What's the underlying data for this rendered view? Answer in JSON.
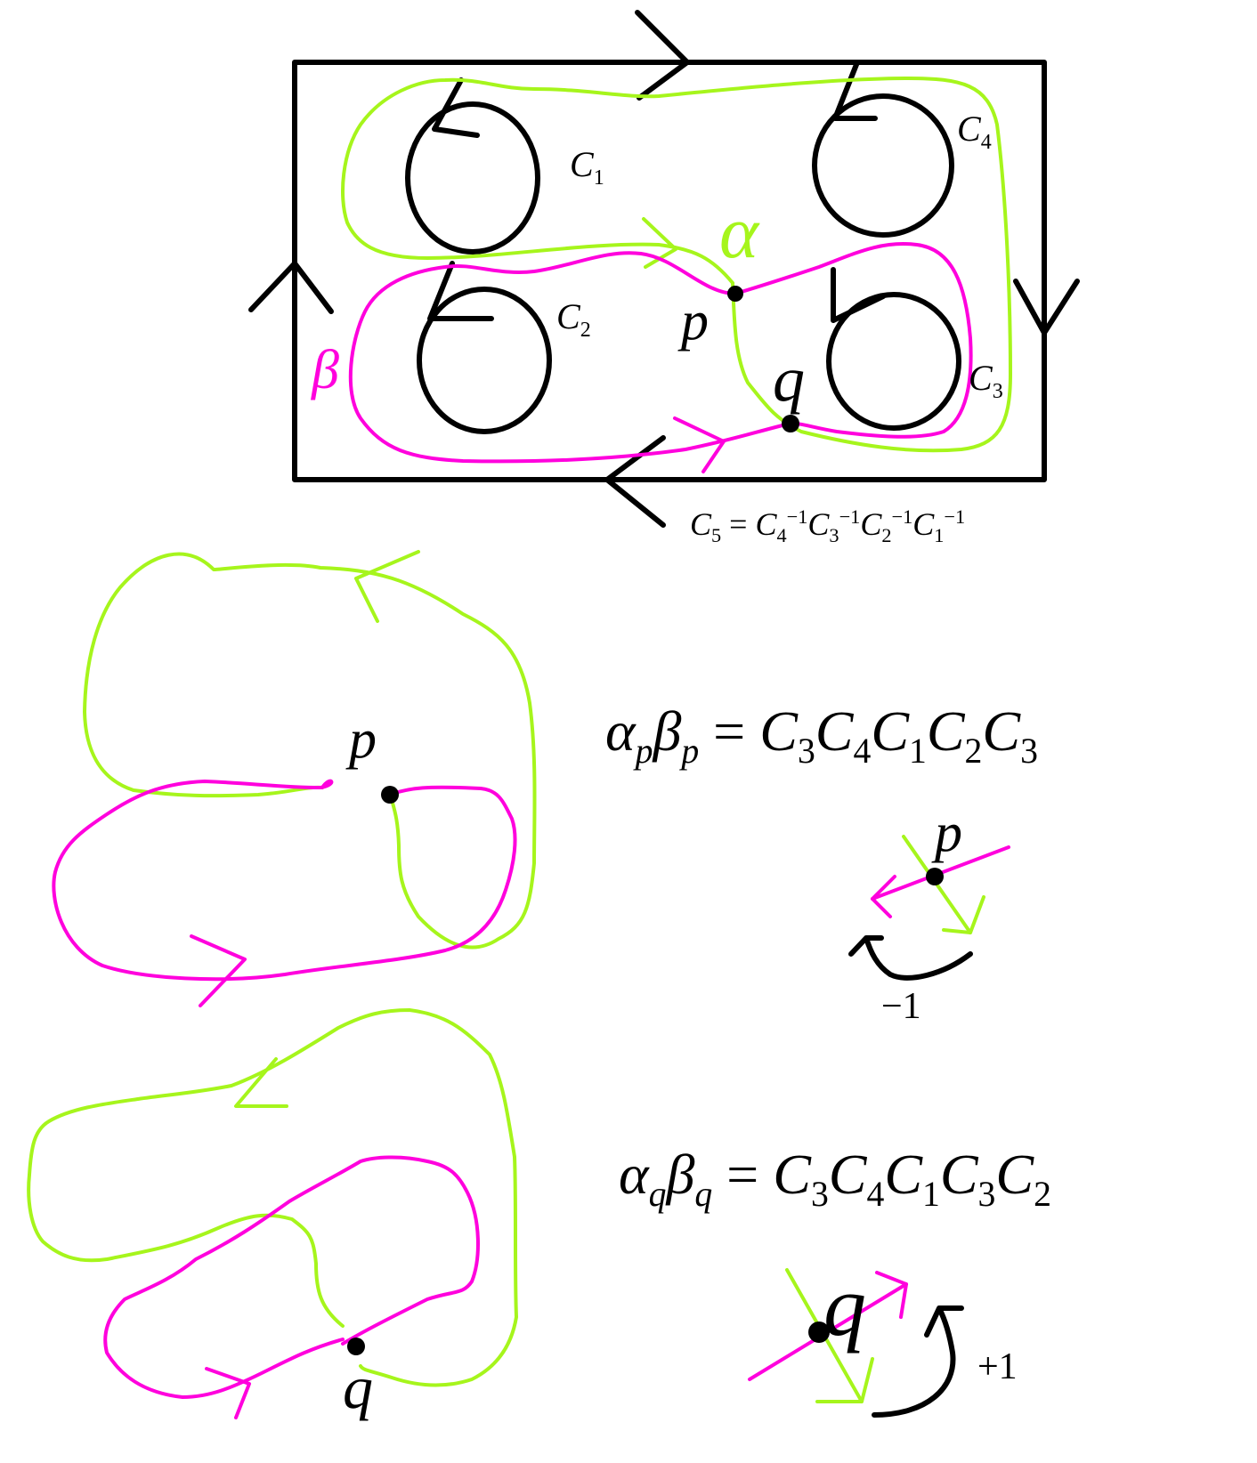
{
  "colors": {
    "alpha": "#a6f51c",
    "beta": "#ff00dd",
    "ink": "#000000"
  },
  "top_diagram": {
    "circle_labels": {
      "c1": "C",
      "c1_sub": "1",
      "c2": "C",
      "c2_sub": "2",
      "c3": "C",
      "c3_sub": "3",
      "c4": "C",
      "c4_sub": "4"
    },
    "curve_labels": {
      "alpha": "α",
      "beta": "β"
    },
    "points": {
      "p": "p",
      "q": "q"
    },
    "relation": {
      "lhs": "C",
      "lhs_sub": "5",
      "eq": " = ",
      "terms": [
        {
          "base": "C",
          "sub": "4",
          "sup": "−1"
        },
        {
          "base": "C",
          "sub": "3",
          "sup": "−1"
        },
        {
          "base": "C",
          "sub": "2",
          "sup": "−1"
        },
        {
          "base": "C",
          "sub": "1",
          "sup": "−1"
        }
      ]
    }
  },
  "middle_diagram": {
    "point": "p",
    "equation": {
      "lhs": [
        {
          "base": "α",
          "sub": "p"
        },
        {
          "base": "β",
          "sub": "p"
        }
      ],
      "eq": " = ",
      "rhs": [
        {
          "base": "C",
          "sub": "3"
        },
        {
          "base": "C",
          "sub": "4"
        },
        {
          "base": "C",
          "sub": "1"
        },
        {
          "base": "C",
          "sub": "2"
        },
        {
          "base": "C",
          "sub": "3"
        }
      ]
    },
    "intersection_label": "p",
    "sign": "−1"
  },
  "bottom_diagram": {
    "point": "q",
    "equation": {
      "lhs": [
        {
          "base": "α",
          "sub": "q"
        },
        {
          "base": "β",
          "sub": "q"
        }
      ],
      "eq": " = ",
      "rhs": [
        {
          "base": "C",
          "sub": "3"
        },
        {
          "base": "C",
          "sub": "4"
        },
        {
          "base": "C",
          "sub": "1"
        },
        {
          "base": "C",
          "sub": "3"
        },
        {
          "base": "C",
          "sub": "2"
        }
      ]
    },
    "intersection_label": "q",
    "sign": "+1"
  }
}
